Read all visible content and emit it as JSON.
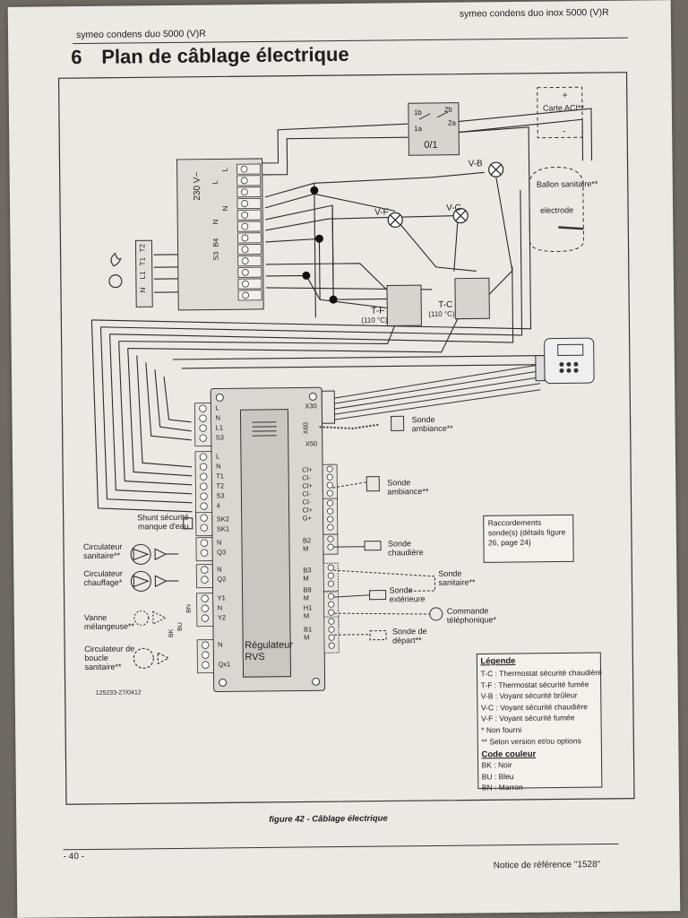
{
  "header": {
    "model": "symeo condens duo 5000 (V)R",
    "model_alt": "symeo condens duo inox 5000 (V)R",
    "section_number": "6",
    "section_title": "Plan de câblage électrique"
  },
  "boxes": {
    "supply": "230 V~",
    "switch": "0/1",
    "switch_contacts": [
      "1b",
      "1a",
      "2b",
      "2a"
    ],
    "card": "Carte ACI**",
    "tank": "Ballon sanitaire**",
    "electrode": "electrode",
    "regulator": "Régulateur RVS",
    "ref_code": "125233-27/0412"
  },
  "lamps": [
    "V-B",
    "V-F",
    "V-C"
  ],
  "thermostats": [
    {
      "name": "T-F",
      "temp": "(110 °C)"
    },
    {
      "name": "T-C",
      "temp": "(110 °C)"
    }
  ],
  "terminals": {
    "top_block": [
      "L",
      "N",
      "L",
      "N",
      "B4",
      "S3",
      "T2",
      "T1",
      "L1",
      "N"
    ],
    "rvs_left": [
      "L",
      "N",
      "L1",
      "S3",
      "L",
      "N",
      "T1",
      "T2",
      "S3",
      "4",
      "SK2",
      "SK1",
      "N",
      "Q3",
      "N",
      "Q2",
      "Y1",
      "N",
      "Y2",
      "N",
      "Qx1"
    ],
    "rvs_right": [
      "X30",
      "X60",
      "X50",
      "Cl+",
      "Cl-",
      "Cl+",
      "Cl-",
      "Cl-",
      "Cl+",
      "G+",
      "B2",
      "M",
      "B3",
      "M",
      "B9",
      "M",
      "H1",
      "M",
      "B1",
      "M"
    ],
    "wire_colors": [
      "BK",
      "BU",
      "BN"
    ]
  },
  "left_components": [
    "Shunt sécurité manque d'eau",
    "Circulateur sanitaire**",
    "Circulateur chauffage*",
    "Vanne mélangeuse**",
    "Circulateur de boucle sanitaire**"
  ],
  "right_components": [
    "Sonde ambiance**",
    "Sonde ambiance**",
    "Sonde chaudière",
    "Sonde sanitaire**",
    "Sonde extérieure",
    "Commande téléphonique*",
    "Sonde de départ**"
  ],
  "note": "Raccordements sonde(s) (détails figure 26, page 24)",
  "legend": {
    "title": "Légende",
    "items": [
      "T-C : Thermostat sécurité chaudière",
      "T-F : Thermostat sécurité fumée",
      "V-B : Voyant sécurité brûleur",
      "V-C : Voyant sécurité chaudière",
      "V-F : Voyant sécurité fumée",
      "* Non fourni",
      "** Selon version et/ou options"
    ],
    "color_title": "Code couleur",
    "colors": [
      "BK : Noir",
      "BU : Bleu",
      "BN : Marron"
    ]
  },
  "caption": "figure 42 - Câblage électrique",
  "footer": {
    "page": "- 40 -",
    "reference": "Notice de référence \"1528\""
  }
}
